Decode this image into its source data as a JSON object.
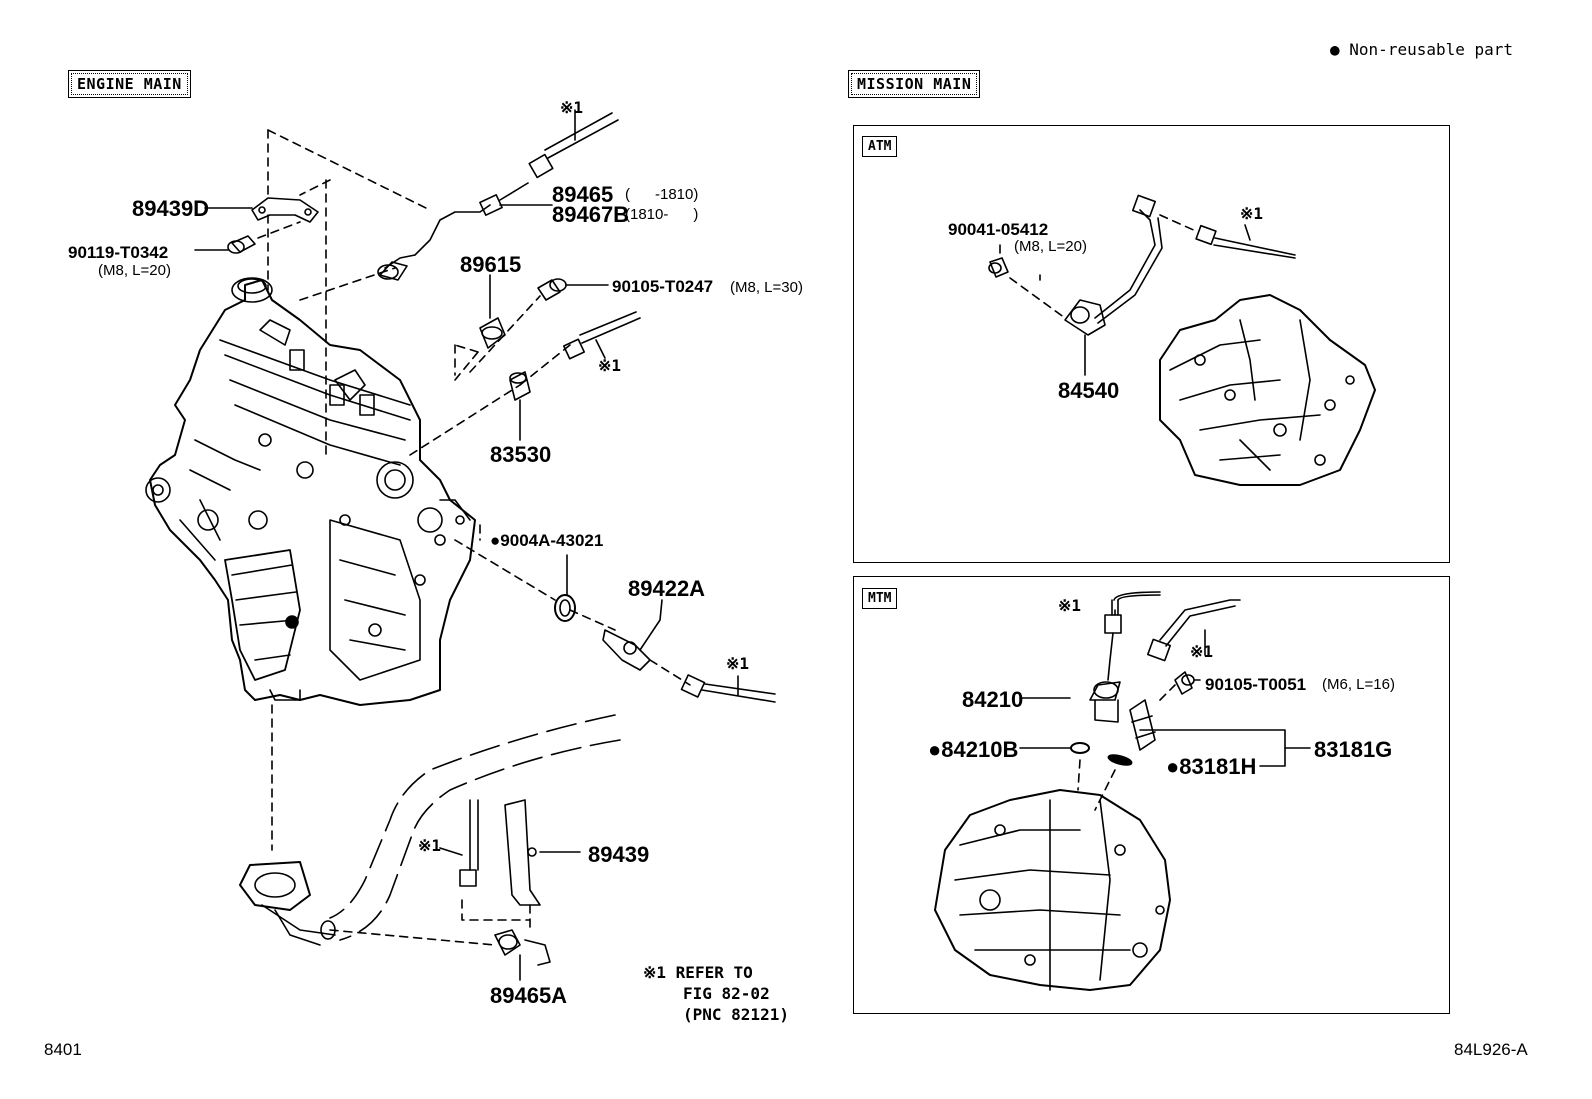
{
  "legend": {
    "symbol": "●",
    "text": "Non-reusable part"
  },
  "sections": {
    "engine_main": "ENGINE MAIN",
    "mission_main": "MISSION MAIN",
    "atm": "ATM",
    "mtm": "MTM"
  },
  "ref_mark": "※1",
  "reference_note": [
    "※1 REFER TO",
    "FIG 82-02",
    "(PNC 82121)"
  ],
  "parts": {
    "p89439D": "89439D",
    "p90119": "90119-T0342",
    "p90119_spec": "(M8, L=20)",
    "p89465": "89465",
    "p89465_range": "(      -1810)",
    "p89467B": "89467B",
    "p89467B_range": "(1810-      )",
    "p89615": "89615",
    "p90105_T0247": "90105-T0247",
    "p90105_T0247_spec": "(M8, L=30)",
    "p83530": "83530",
    "p9004A": "9004A-43021",
    "p89422A": "89422A",
    "p89439": "89439",
    "p89465A": "89465A",
    "p90041": "90041-05412",
    "p90041_spec": "(M8, L=20)",
    "p84540": "84540",
    "p84210": "84210",
    "p84210B": "84210B",
    "p90105_T0051": "90105-T0051",
    "p90105_T0051_spec": "(M6, L=16)",
    "p83181G": "83181G",
    "p83181H": "83181H"
  },
  "footer": {
    "left": "8401",
    "right": "84L926-A"
  }
}
